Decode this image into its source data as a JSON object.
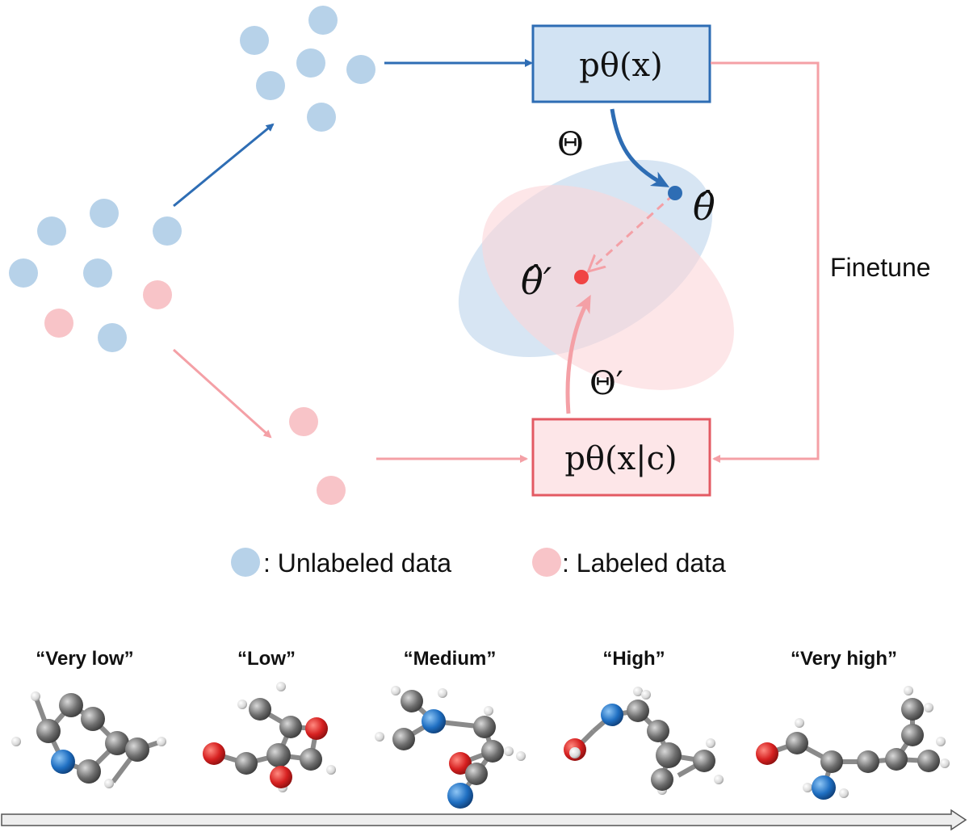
{
  "boxes": {
    "unlabeled_model": "pθ(x)",
    "labeled_model": "pθ(x|c)"
  },
  "symbols": {
    "theta_hat": "θ̂",
    "theta_hat_prime": "θ̂′",
    "big_theta": "Θ",
    "big_theta_prime": "Θ′"
  },
  "finetune_label": "Finetune",
  "legend": {
    "unlabeled": ": Unlabeled data",
    "labeled": ": Labeled data"
  },
  "molecules": [
    {
      "label": "“Very low”"
    },
    {
      "label": "“Low”"
    },
    {
      "label": "“Medium”"
    },
    {
      "label": "“High”"
    },
    {
      "label": "“Very high”"
    }
  ],
  "colors": {
    "blue_dot": "#b7d2e9",
    "pink_dot": "#f8c4c8",
    "blue_line": "#2e6db4",
    "pink_line": "#f4a0a6",
    "red_box": "#e35a63",
    "blue_box_fill": "#d2e3f3",
    "pink_box_fill": "#fde6e8"
  }
}
